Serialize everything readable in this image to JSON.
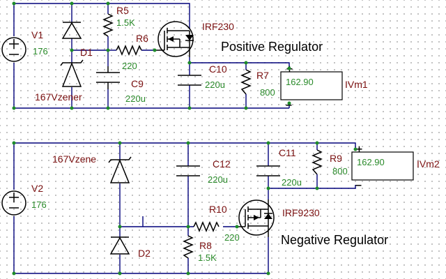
{
  "positive": {
    "source": {
      "ref": "V1",
      "value": "176"
    },
    "zener": {
      "ref": "D1",
      "value": "167Vzener"
    },
    "r5": {
      "ref": "R5",
      "value": "1.5K"
    },
    "r6": {
      "ref": "R6",
      "value": "220"
    },
    "c9": {
      "ref": "C9",
      "value": "220u"
    },
    "mosfet": {
      "ref": "IRF230"
    },
    "c10": {
      "ref": "C10",
      "value": "220u"
    },
    "r7": {
      "ref": "R7",
      "value": "800"
    },
    "meter": {
      "ref": "IVm1",
      "value": "162.90"
    },
    "title": "Positive Regulator"
  },
  "negative": {
    "source": {
      "ref": "V2",
      "value": "176"
    },
    "zener": {
      "value": "167Vzene"
    },
    "d2": {
      "ref": "D2"
    },
    "c12": {
      "ref": "C12",
      "value": "220u"
    },
    "c11": {
      "ref": "C11",
      "value": "220u"
    },
    "r9": {
      "ref": "R9",
      "value": "800"
    },
    "r10": {
      "ref": "R10",
      "value": "220"
    },
    "r8": {
      "ref": "R8",
      "value": "1.5K"
    },
    "mosfet": {
      "ref": "IRF9230"
    },
    "meter": {
      "ref": "IVm2",
      "value": "162.90"
    },
    "title": "Negative Regulator"
  },
  "colors": {
    "wire": "#00007a",
    "node": "#1e8c2a",
    "refdes": "#7a1010",
    "value": "#2a8a2a",
    "grid": "#b8b8b8"
  }
}
